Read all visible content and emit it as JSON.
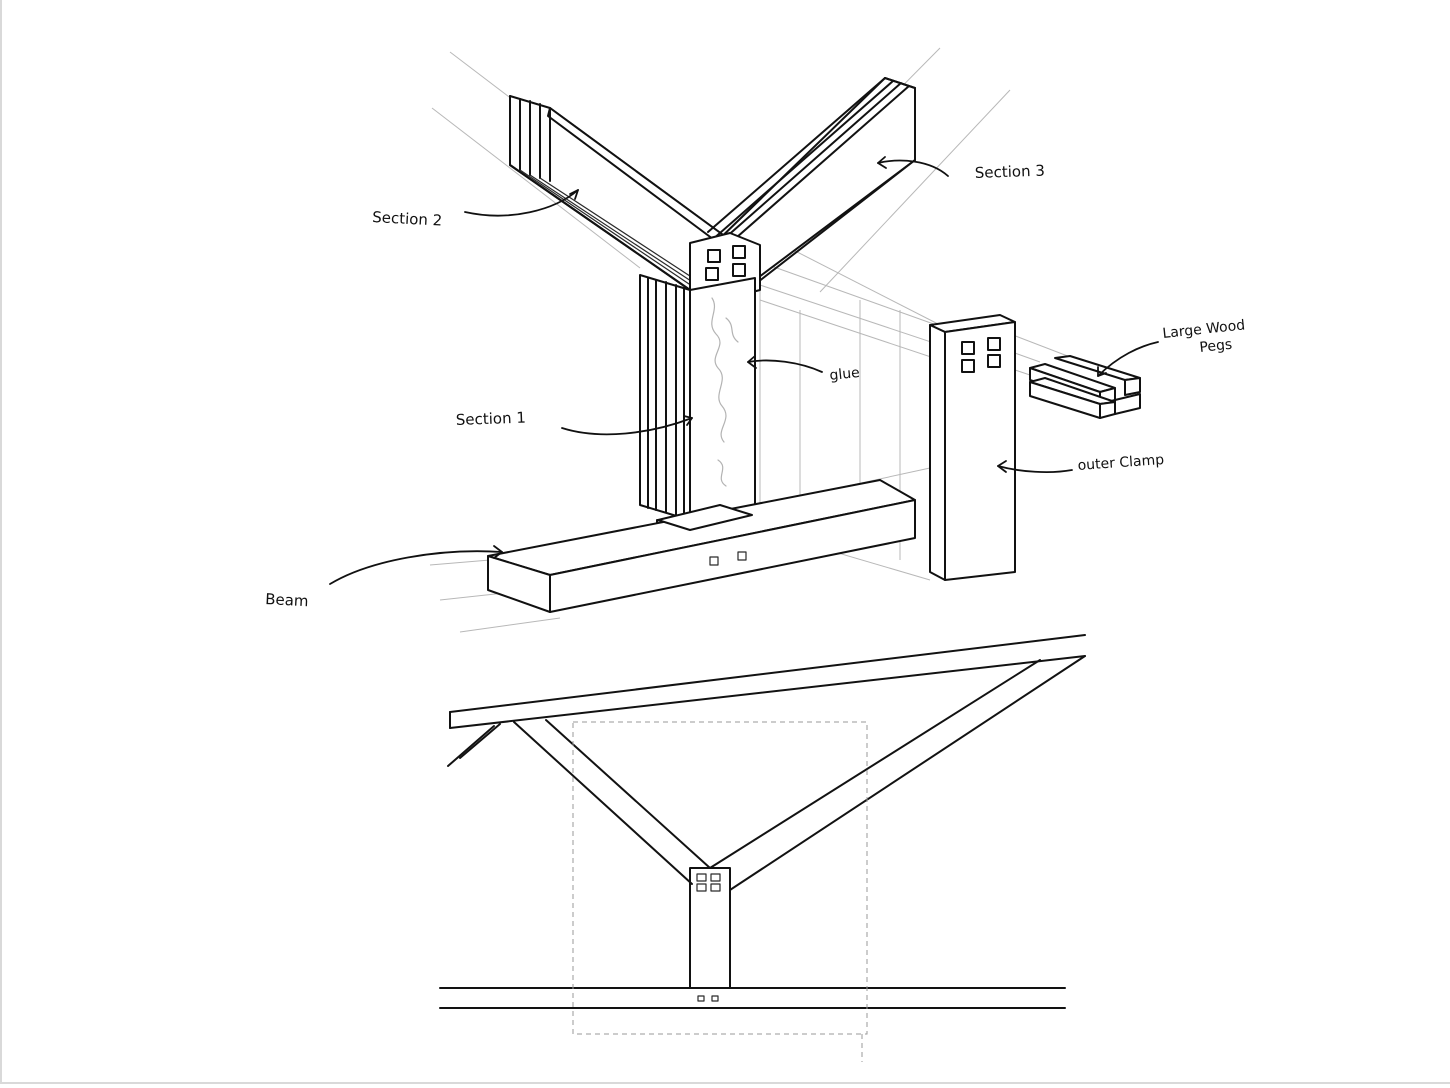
{
  "labels": {
    "section1": "Section 1",
    "section2": "Section 2",
    "section3": "Section 3",
    "glue": "glue",
    "large_wood_pegs_line1": "Large Wood",
    "large_wood_pegs_line2": "Pegs",
    "outer_clamp": "outer Clamp",
    "beam": "Beam"
  }
}
